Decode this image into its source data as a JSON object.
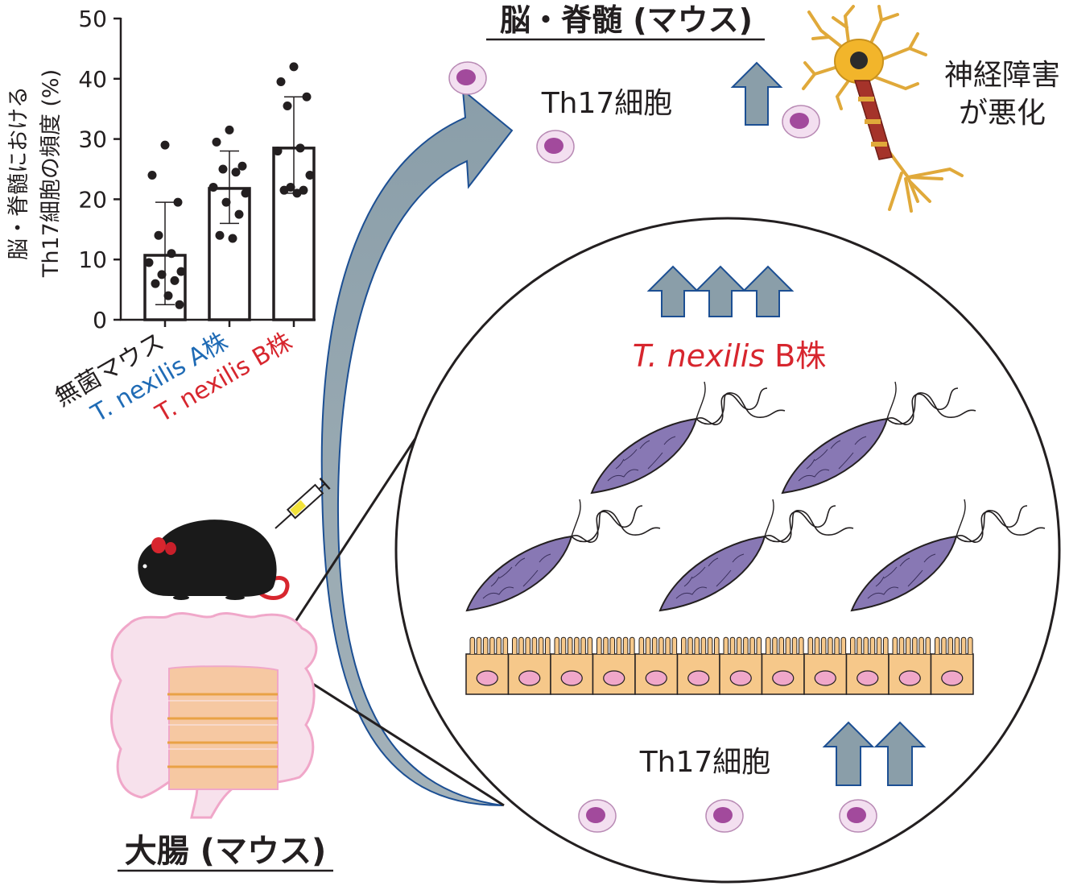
{
  "chart_data": {
    "type": "bar",
    "ylabel_line1": "脳・脊髄における",
    "ylabel_line2": "Th17細胞の頻度 (%)",
    "ylim": [
      0,
      50
    ],
    "ticks": [
      "0",
      "10",
      "20",
      "30",
      "40",
      "50"
    ],
    "tick_values": [
      0,
      10,
      20,
      30,
      40,
      50
    ],
    "categories": [
      "無菌マウス",
      "T. nexilis A株",
      "T. nexilis B株"
    ],
    "category_colors": [
      "#231f20",
      "#1f6bb5",
      "#d7262e"
    ],
    "values": [
      10.7,
      21.8,
      28.5
    ],
    "error": [
      [
        2.5,
        19.5
      ],
      [
        16,
        28
      ],
      [
        21,
        37
      ]
    ],
    "points": [
      [
        29,
        24,
        19.5,
        14,
        11,
        9.5,
        8,
        7.5,
        6.5,
        6,
        4,
        2.5
      ],
      [
        31.5,
        29.5,
        25.5,
        25,
        24.5,
        22,
        21,
        19.5,
        17.5,
        14,
        13.5
      ],
      [
        42,
        39.5,
        37,
        35.5,
        28.5,
        28,
        24,
        22,
        21.5,
        21.5,
        21
      ]
    ]
  },
  "diagram": {
    "brain_title": "脳・脊髄 (マウス)",
    "th17_top": "Th17細胞",
    "neuro_line1": "神経障害",
    "neuro_line2": "が悪化",
    "strain_prefix": "T. nexilis",
    "strain_suffix": " B株",
    "th17_bottom": "Th17細胞",
    "colon_title": "大腸 (マウス)",
    "colors": {
      "arrow": "#8a9ea9",
      "bacteria": "#8878b4",
      "epithelium": "#f6c88a",
      "nucleus": "#f0a7c9",
      "cell_outer": "#f3dff0",
      "cell_inner": "#a24a9c",
      "intestine": "#f7e1ec",
      "strain_red": "#d7262e"
    }
  }
}
